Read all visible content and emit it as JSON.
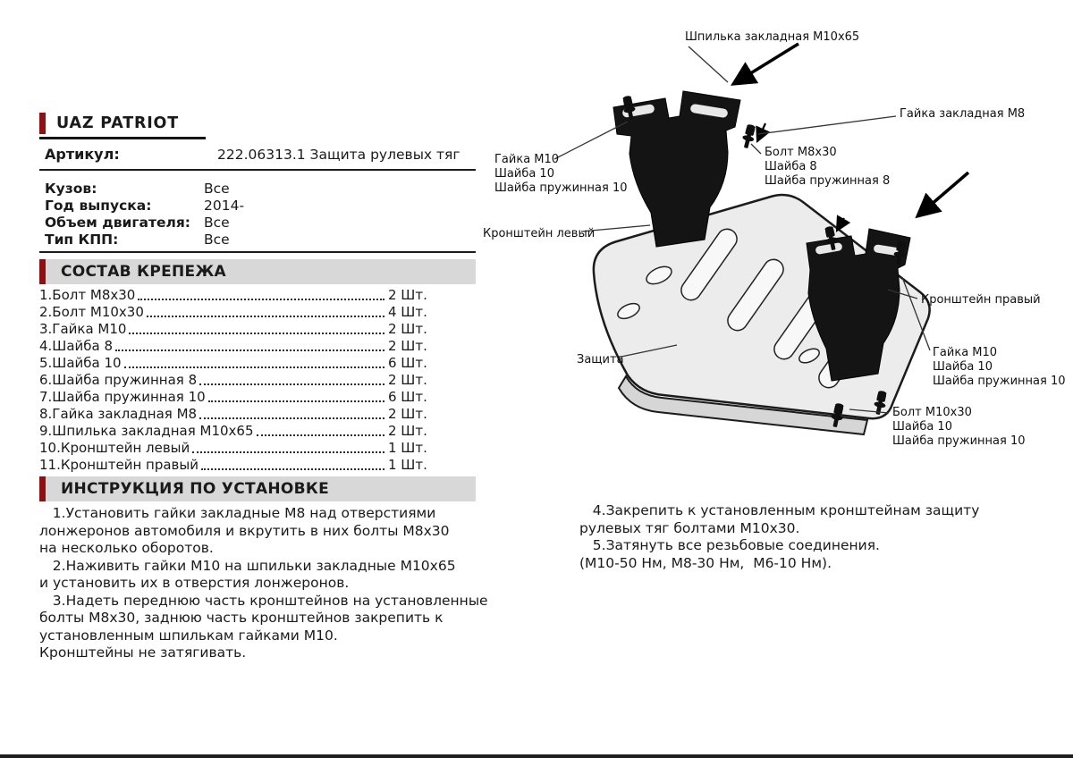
{
  "page": {
    "title": "UAZ PATRIOT",
    "article": {
      "label": "Артикул:",
      "value": "222.06313.1 Защита рулевых тяг"
    },
    "specs": [
      {
        "label": "Кузов:",
        "value": "Все"
      },
      {
        "label": "Год выпуска:",
        "value": "2014-"
      },
      {
        "label": "Объем двигателя:",
        "value": "Все"
      },
      {
        "label": "Тип КПП:",
        "value": "Все"
      }
    ]
  },
  "fasteners": {
    "section_title": "СОСТАВ КРЕПЕЖА",
    "items": [
      {
        "name": "1.Болт М8х30",
        "qty": "2 Шт."
      },
      {
        "name": "2.Болт М10х30",
        "qty": "4 Шт."
      },
      {
        "name": "3.Гайка М10",
        "qty": "2 Шт."
      },
      {
        "name": "4.Шайба 8",
        "qty": "2 Шт."
      },
      {
        "name": "5.Шайба 10",
        "qty": "6 Шт."
      },
      {
        "name": "6.Шайба пружинная 8",
        "qty": "2 Шт."
      },
      {
        "name": "7.Шайба пружинная 10",
        "qty": "6 Шт."
      },
      {
        "name": "8.Гайка закладная М8",
        "qty": "2 Шт."
      },
      {
        "name": "9.Шпилька закладная М10х65",
        "qty": "2 Шт."
      },
      {
        "name": "10.Кронштейн левый",
        "qty": "1 Шт."
      },
      {
        "name": "11.Кронштейн правый",
        "qty": "1 Шт."
      }
    ]
  },
  "instructions": {
    "section_title": "ИНСТРУКЦИЯ ПО УСТАНОВКЕ",
    "left_column": [
      "   1.Установить гайки закладные М8 над отверстиями\nлонжеронов автомобиля и вкрутить в них болты М8х30\nна несколько оборотов.",
      "   2.Наживить гайки М10 на шпильки закладные М10х65\nи установить их в отверстия лонжеронов.",
      "   3.Надеть переднюю часть кронштейнов на установленные\nболты М8х30, заднюю часть кронштейнов закрепить к\nустановленным шпилькам гайками М10.\nКронштейны не затягивать."
    ],
    "right_column": [
      "   4.Закрепить к установленным кронштейнам защиту\nрулевых тяг болтами М10х30.",
      "   5.Затянуть все резьбовые соединения.\n(М10-50 Нм, М8-30 Нм,  М6-10 Нм)."
    ]
  },
  "diagram": {
    "labels": {
      "stud": "Шпилька закладная М10х65",
      "embedded_nut_m8": "Гайка закладная М8",
      "bolt_m8_group": [
        "Болт М8х30",
        "Шайба 8",
        "Шайба пружинная 8"
      ],
      "nut_m10_left_group": [
        "Гайка М10",
        "Шайба 10",
        "Шайба пружинная 10"
      ],
      "bracket_left": "Кронштейн левый",
      "bracket_right": "Кронштейн правый",
      "plate": "Защита",
      "nut_m10_right_group": [
        "Гайка М10",
        "Шайба 10",
        "Шайба пружинная 10"
      ],
      "bolt_m10_group": [
        "Болт М10х30",
        "Шайба 10",
        "Шайба пружинная 10"
      ]
    }
  },
  "colors": {
    "accent_red": "#8F1010",
    "bar_gray": "#D8D8D8"
  }
}
